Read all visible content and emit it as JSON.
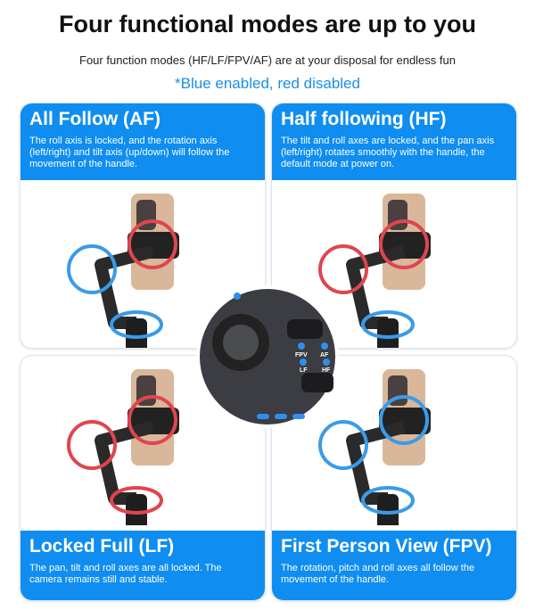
{
  "header": {
    "title": "Four functional modes are up to you",
    "subtitle": "Four function modes (HF/LF/FPV/AF) are at your disposal for endless fun",
    "note": "*Blue enabled, red disabled"
  },
  "colors": {
    "enabled": "#3a9be8",
    "disabled": "#e0454f",
    "accent": "#0f8df0"
  },
  "modes": [
    {
      "title": "All Follow (AF)",
      "desc": "The roll axis is locked, and the rotation axis (left/right) and tilt axis (up/down) will follow the movement of the handle.",
      "axes": [
        "disabled",
        "enabled",
        "enabled"
      ]
    },
    {
      "title": "Half following (HF)",
      "desc": "The tilt and roll axes are locked, and the pan axis (left/right) rotates smoothly with the handle, the default mode at power on.",
      "axes": [
        "disabled",
        "disabled",
        "enabled"
      ]
    },
    {
      "title": "Locked Full (LF)",
      "desc": "The pan, tilt and roll axes are all locked. The camera remains still and stable.",
      "axes": [
        "disabled",
        "disabled",
        "disabled"
      ]
    },
    {
      "title": "First Person View (FPV)",
      "desc": "The rotation, pitch and roll axes all follow the movement of the handle.",
      "axes": [
        "enabled",
        "enabled",
        "enabled"
      ]
    }
  ],
  "control_panel": {
    "labels": [
      "FPV",
      "AF",
      "LF",
      "HF"
    ]
  }
}
